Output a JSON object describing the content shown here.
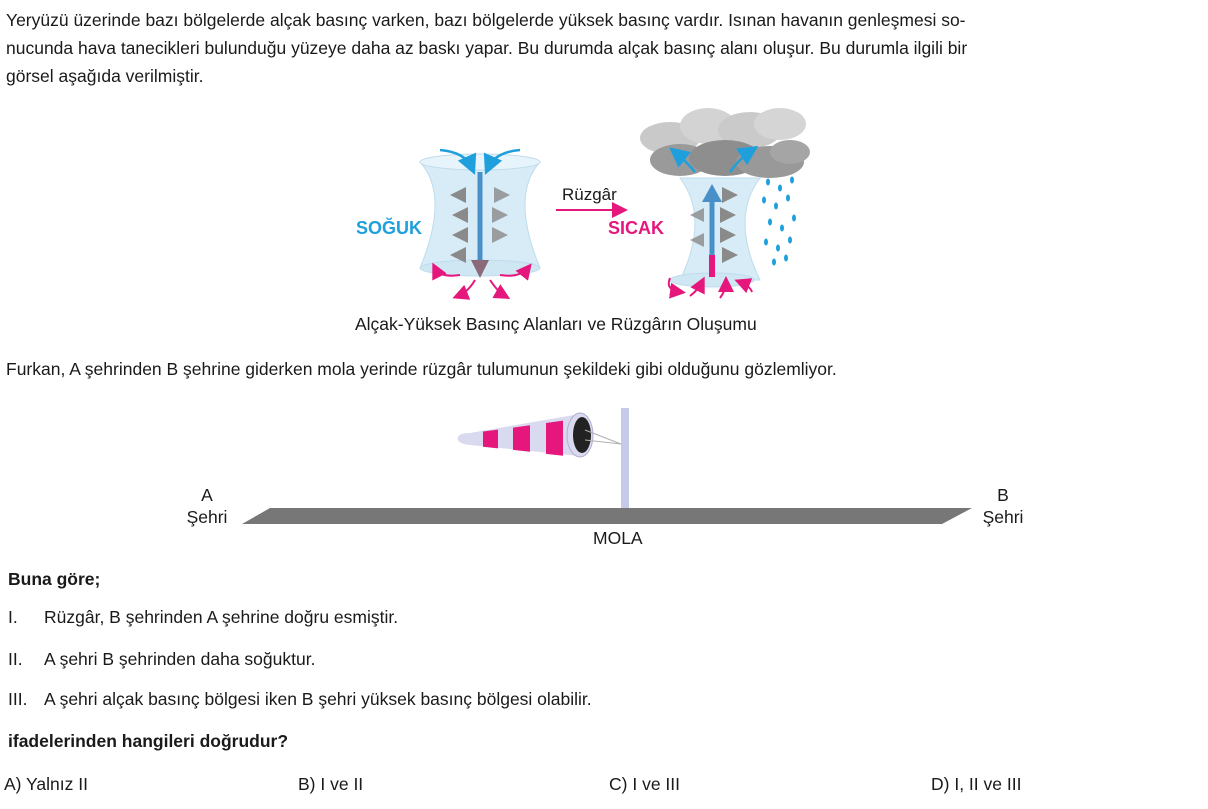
{
  "intro": {
    "line1": "Yeryüzü üzerinde bazı bölgelerde alçak basınç varken, bazı bölgelerde yüksek basınç vardır. Isınan havanın genleşmesi so-",
    "line2": "nucunda hava tanecikleri bulunduğu yüzeye daha az baskı yapar. Bu durumda alçak basınç alanı oluşur. Bu durumla ilgili bir",
    "line3": "görsel aşağıda verilmiştir."
  },
  "figure1": {
    "cold_label": "SOĞUK",
    "hot_label": "SICAK",
    "wind_label": "Rüzgâr",
    "caption": "Alçak-Yüksek Basınç Alanları ve Rüzgârın Oluşumu",
    "colors": {
      "cold": "#1fa0dd",
      "hot": "#e5177c",
      "column": "#d7ecf7",
      "arrow_blue": "#4a90c8"
    }
  },
  "observation": "Furkan, A şehrinden B şehrine giderken mola yerinde rüzgâr tulumunun şekildeki gibi olduğunu gözlemliyor.",
  "figure2": {
    "city_a_top": "A",
    "city_a_bottom": "Şehri",
    "city_b_top": "B",
    "city_b_bottom": "Şehri",
    "mola_label": "MOLA",
    "colors": {
      "road": "#777777",
      "pole": "#c7c9e8",
      "sock_pink": "#e5177c",
      "sock_light": "#d9d9f0"
    }
  },
  "question": {
    "lead": "Buna göre;",
    "statements": [
      {
        "num": "I.",
        "text": "Rüzgâr, B şehrinden A şehrine doğru esmiştir."
      },
      {
        "num": "II.",
        "text": "A şehri B şehrinden daha soğuktur."
      },
      {
        "num": "III.",
        "text": "A şehri alçak basınç bölgesi iken B şehri yüksek basınç bölgesi olabilir."
      }
    ],
    "prompt": "ifadelerinden hangileri doğrudur?",
    "options": [
      {
        "letter": "A)",
        "text": "Yalnız II"
      },
      {
        "letter": "B)",
        "text": "I ve II"
      },
      {
        "letter": "C)",
        "text": "I ve III"
      },
      {
        "letter": "D)",
        "text": "I, II ve III"
      }
    ]
  }
}
